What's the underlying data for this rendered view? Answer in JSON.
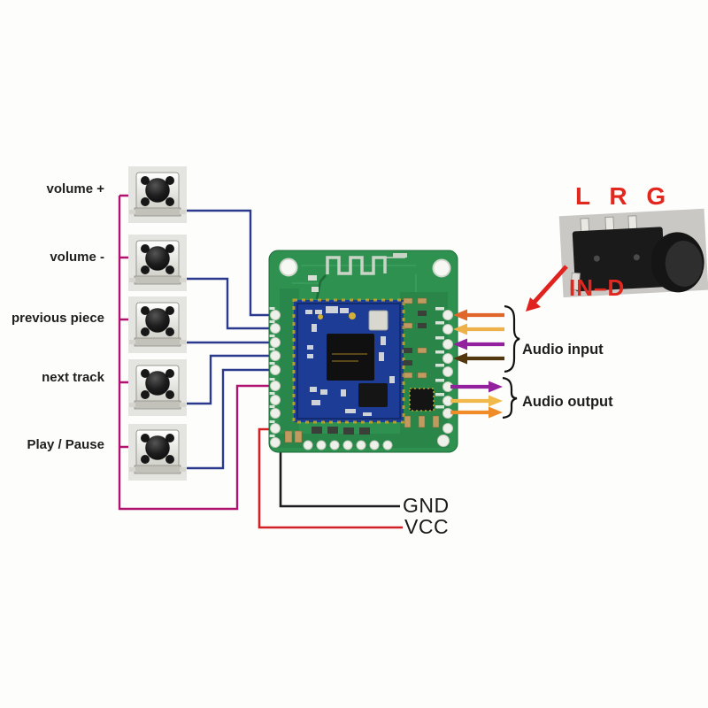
{
  "buttons": [
    {
      "label": "volume +"
    },
    {
      "label": "volume -"
    },
    {
      "label": "previous piece"
    },
    {
      "label": "next track"
    },
    {
      "label": "Play / Pause"
    }
  ],
  "power": {
    "gnd": "GND",
    "vcc": "VCC"
  },
  "audio_input": {
    "label": "Audio input"
  },
  "audio_output": {
    "label": "Audio output"
  },
  "jack": {
    "pins": "L R G",
    "name": "IN–D"
  },
  "colors": {
    "button_common_wire": "#b0136f",
    "button_signal_wire": "#2c3a8e",
    "vcc_wire": "#d22027",
    "gnd_wire": "#1c1c1c",
    "input_arrows": [
      "#e0662a",
      "#eeb14a",
      "#93209c",
      "#53380f"
    ],
    "output_arrows": [
      "#93209c",
      "#f0b94a",
      "#ef8c28"
    ],
    "jack_text": "#e2271f",
    "pointer_arrow": "#e0231e",
    "pcb_green": "#2e9150",
    "module_blue": "#1d3c96"
  }
}
